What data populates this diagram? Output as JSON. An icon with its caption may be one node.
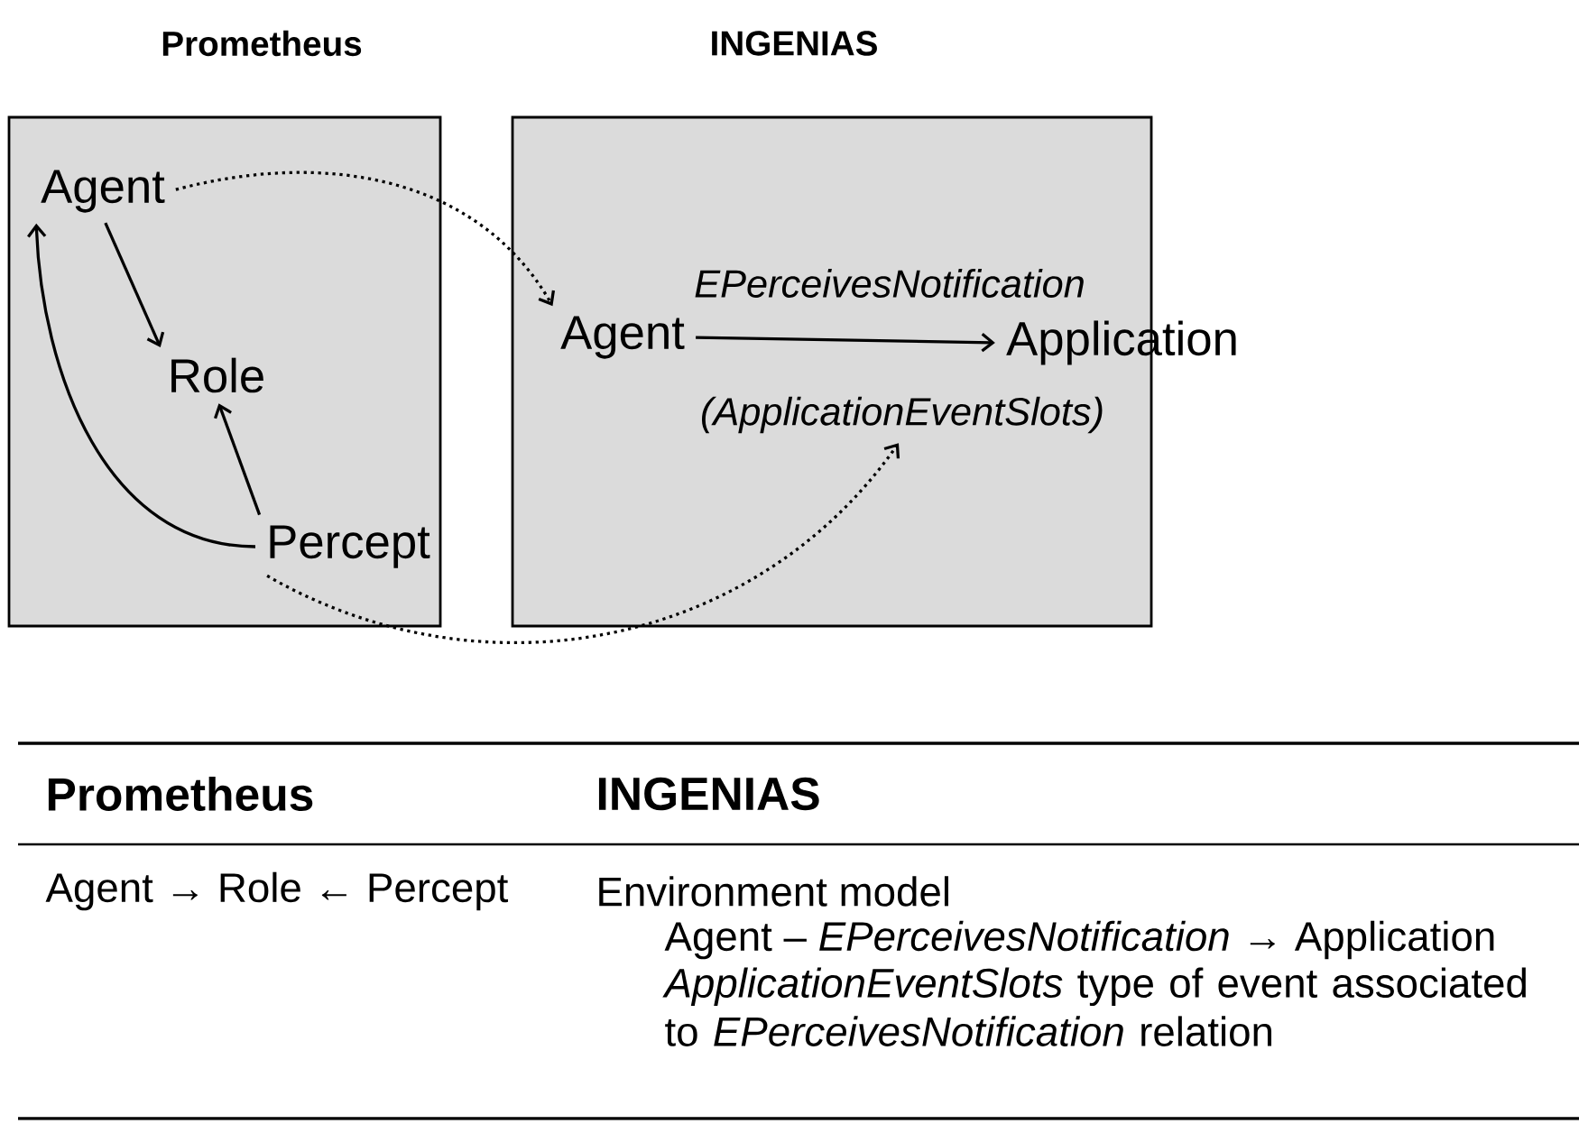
{
  "diagram": {
    "nodes": [
      {
        "text": [
          "Prometheus"
        ]
      },
      {
        "text": [
          "Agent"
        ],
        "in": 0
      },
      {
        "text": [
          "Role"
        ],
        "in": 0
      },
      {
        "text": [
          "Percept"
        ],
        "in": 0
      },
      {
        "text": [
          "INGENIAS"
        ]
      },
      {
        "text": [
          "Agent"
        ],
        "in": 4
      },
      {
        "text": [
          "Application"
        ]
      },
      {
        "text": [
          "*(ApplicationEventSlots)*"
        ],
        "in": 4
      }
    ],
    "edges": [
      {
        "from": 1,
        "to": 2,
        "arrow": "to"
      },
      {
        "from": 3,
        "to": 2,
        "arrow": "to"
      },
      {
        "from": 3,
        "to": 1,
        "arrow": "to"
      },
      {
        "from": 1,
        "to": 5,
        "arrow": "to",
        "style": "dashed"
      },
      {
        "from": 5,
        "to": 6,
        "arrow": "to",
        "label": "*EPerceivesNotification*"
      },
      {
        "from": 3,
        "to": 7,
        "arrow": "to",
        "style": "dashed"
      }
    ],
    "labels": [
      "Prometheus",
      "INGENIAS",
      "Agent → Role ←  Percept",
      "Environment model",
      "Agent – *EPerceivesNotification* → Application",
      "*ApplicationEventSlots* type of event associated to *EPerceivesNotification* relation"
    ]
  }
}
